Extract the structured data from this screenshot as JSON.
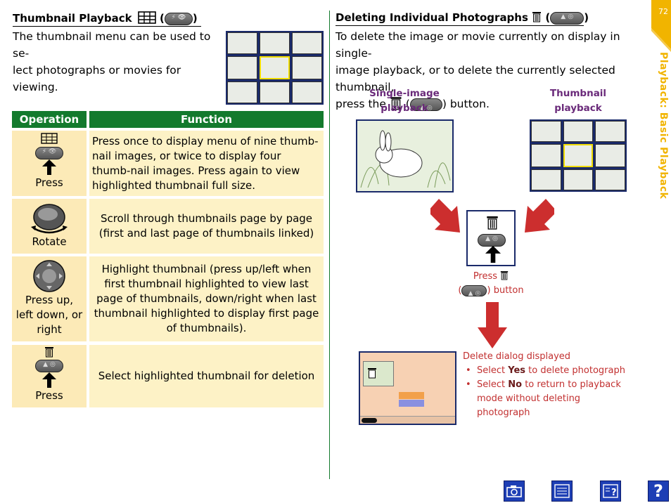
{
  "page_number": "72",
  "side_tab": "Playback: Basic Playback",
  "left": {
    "title": "Thumbnail Playback",
    "title_paren_open": "(",
    "title_paren_close": ")",
    "intro_line1": "The thumbnail menu can be used to se-",
    "intro_line2": "lect photographs or movies for viewing.",
    "table": {
      "col_operation": "Operation",
      "col_function": "Function",
      "rows": [
        {
          "op": "Press",
          "fn": "Press once to display menu of nine thumb-nail images, or twice to display four thumb-nail images.  Press again to view highlighted thumbnail full size."
        },
        {
          "op": "Rotate",
          "fn": "Scroll through thumbnails page by page (first and last page of thumbnails linked)"
        },
        {
          "op": "Press up, left down, or right",
          "fn": "Highlight thumbnail (press up/left when first thumbnail highlighted to view last page of thumbnails, down/right when last thumbnail highlighted to display first page of thumbnails)."
        },
        {
          "op": "Press",
          "fn": "Select highlighted thumbnail for deletion"
        }
      ]
    }
  },
  "right": {
    "title": "Deleting Individual Photographs",
    "title_paren_open": "(",
    "title_paren_close": ")",
    "para_line1": "To delete the image or movie currently on display in single-",
    "para_line2": "image playback, or to delete the currently selected thumbnail,",
    "para_line3_pre": "press the",
    "para_line3_post": "button.",
    "label_single_1": "Single-image",
    "label_single_2": "playback",
    "label_thumb_1": "Thumbnail",
    "label_thumb_2": "playback",
    "press_label": "Press",
    "button_label": "button",
    "dialog_heading": "Delete dialog displayed",
    "bullet1_pre": "Select ",
    "bullet1_bold": "Yes",
    "bullet1_post": " to delete photograph",
    "bullet2_pre": "Select ",
    "bullet2_bold": "No",
    "bullet2_post": " to return to playback",
    "bullet2_line2": "mode without deleting photograph"
  },
  "colors": {
    "header_green": "#137a2d",
    "cell_light": "#fdf2c6",
    "cell_op": "#fceab7",
    "side_tab": "#f1b400",
    "accent_red": "#c23030",
    "accent_purple": "#6a2a7a",
    "nav_blue": "#1e3fb5"
  },
  "nav_icons": [
    "camera-icon",
    "menu-icon",
    "help-page-icon",
    "question-icon"
  ]
}
